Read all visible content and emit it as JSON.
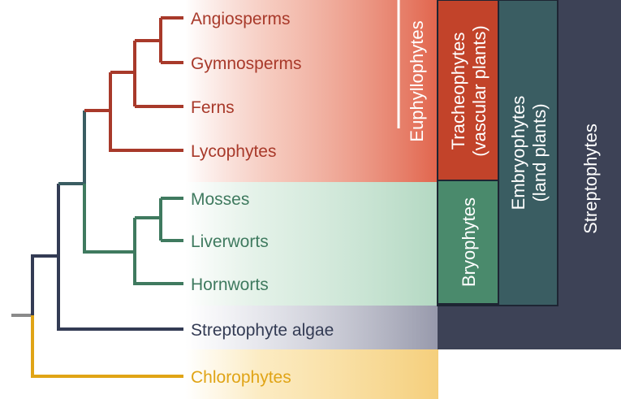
{
  "colors": {
    "seed_plants": "#a8392a",
    "bryophytes": "#3f7a5f",
    "streptophyte": "#333b54",
    "chlorophytes": "#e0a416",
    "root_stub": "#8a8a8a",
    "tracheophytes_box": "#c2432a",
    "bryophytes_box": "#4a8a6c",
    "embryophytes_box": "#3a5d62",
    "streptophytes_box": "#3d4256",
    "streptophyte_band": "#9a9cae",
    "chlorophyte_band": "#f7d684",
    "euphyllophytes_bar": "#ffffff"
  },
  "taxa": [
    {
      "id": "angiosperms",
      "label": "Angiosperms",
      "color": "#a8392a"
    },
    {
      "id": "gymnosperms",
      "label": "Gymnosperms",
      "color": "#a8392a"
    },
    {
      "id": "ferns",
      "label": "Ferns",
      "color": "#a8392a"
    },
    {
      "id": "lycophytes",
      "label": "Lycophytes",
      "color": "#a8392a"
    },
    {
      "id": "mosses",
      "label": "Mosses",
      "color": "#3f7a5f"
    },
    {
      "id": "liverworts",
      "label": "Liverworts",
      "color": "#3f7a5f"
    },
    {
      "id": "hornworts",
      "label": "Hornworts",
      "color": "#3f7a5f"
    },
    {
      "id": "streptophyte-algae",
      "label": "Streptophyte algae",
      "color": "#333b54"
    },
    {
      "id": "chlorophytes",
      "label": "Chlorophytes",
      "color": "#e0a416"
    }
  ],
  "groups": {
    "euphyllophytes": {
      "lines": [
        "Euphyllophytes"
      ]
    },
    "tracheophytes": {
      "lines": [
        "Tracheophytes",
        "(vascular plants)"
      ]
    },
    "bryophytes": {
      "lines": [
        "Bryophytes"
      ]
    },
    "embryophytes": {
      "lines": [
        "Embryophytes",
        "(land plants)"
      ]
    },
    "streptophytes": {
      "lines": [
        "Streptophytes"
      ]
    }
  }
}
